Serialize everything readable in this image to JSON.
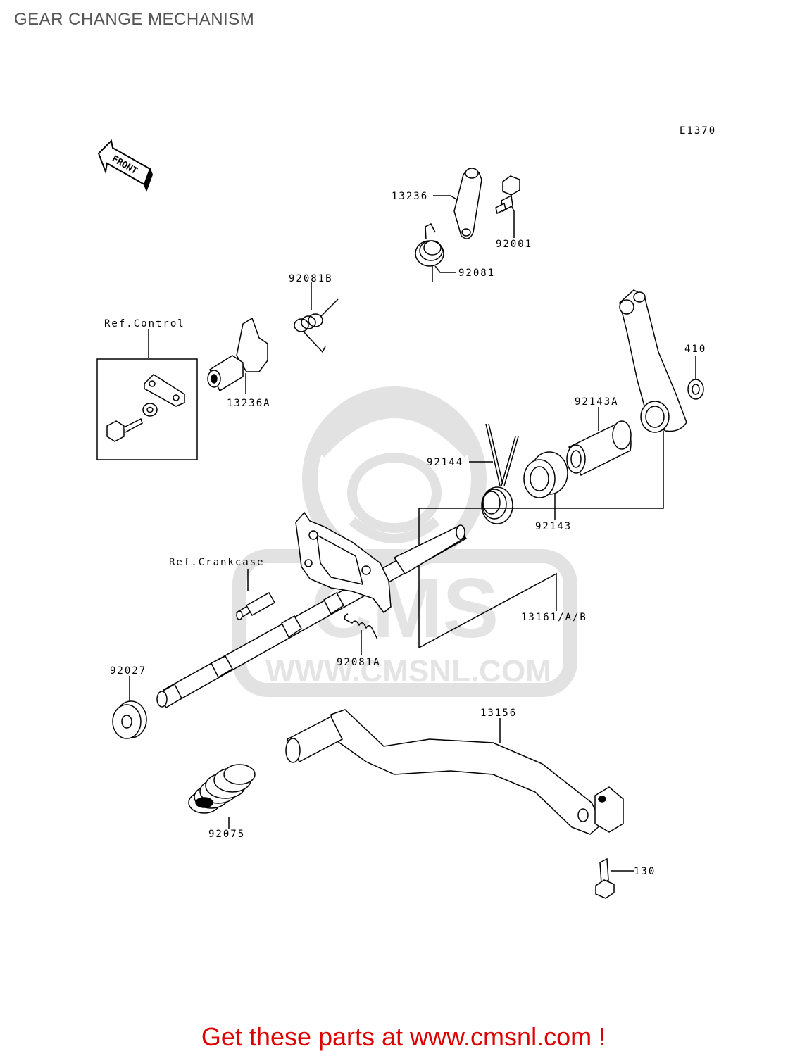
{
  "title": "GEAR CHANGE MECHANISM",
  "diagram_code": "E1370",
  "front_label": "FRONT",
  "watermark": {
    "logo_text": "CMS",
    "site_text": "WWW.CMSNL.COM"
  },
  "ref_labels": {
    "control": "Ref.Control",
    "crankcase": "Ref.Crankcase"
  },
  "parts": {
    "p13236": "13236",
    "p92001": "92001",
    "p92081": "92081",
    "p92081B": "92081B",
    "p13236A": "13236A",
    "p410": "410",
    "p92143A": "92143A",
    "p92144": "92144",
    "p92143": "92143",
    "p13161": "13161/A/B",
    "p92081A": "92081A",
    "p92027": "92027",
    "p13156": "13156",
    "p92075": "92075",
    "p130": "130"
  },
  "footer": "Get these parts at www.cmsnl.com !",
  "colors": {
    "footer": "#dd0000",
    "title": "#555555",
    "watermark": "#e6e6e6"
  }
}
